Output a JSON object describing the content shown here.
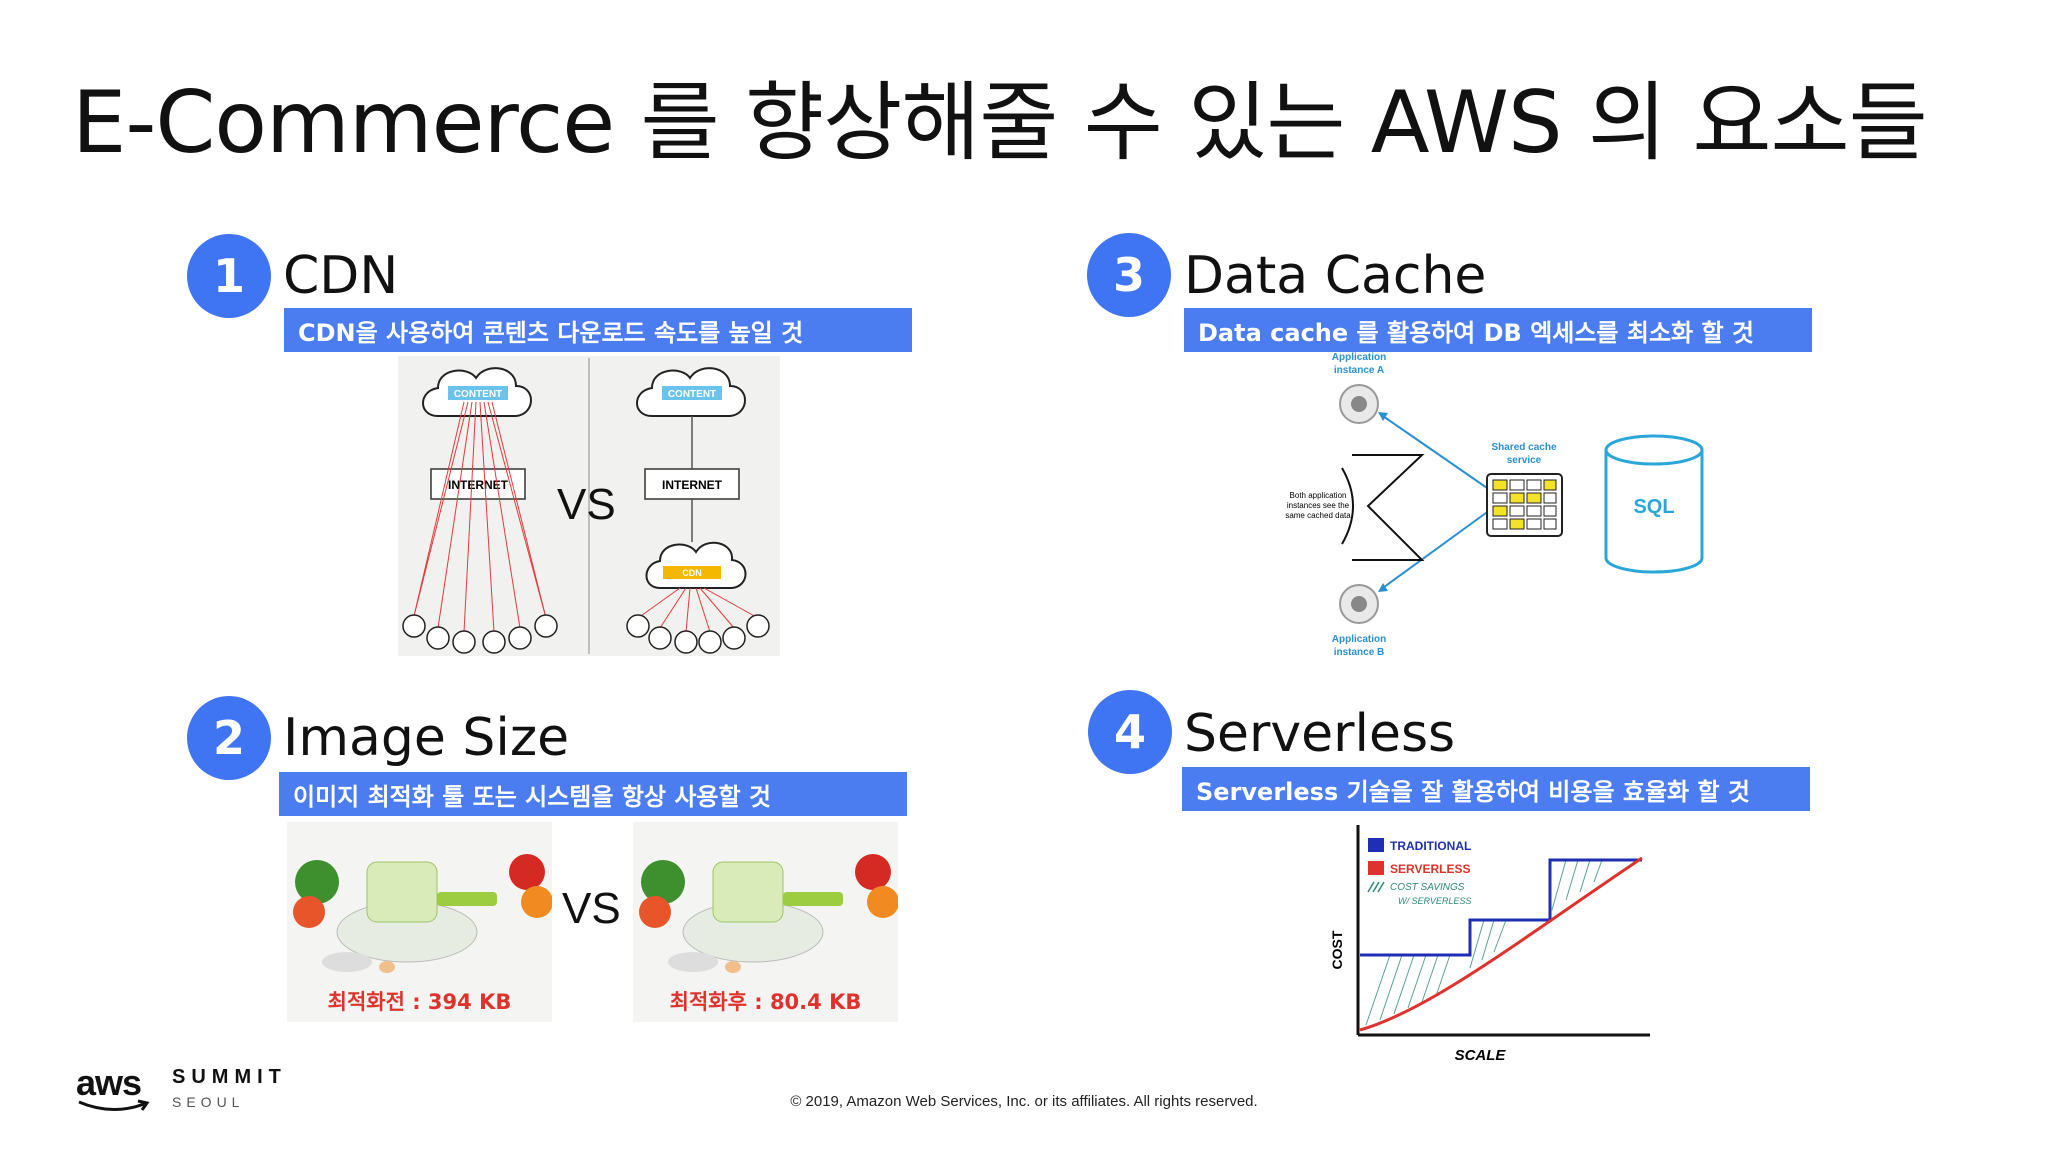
{
  "title": "E-Commerce 를 향상해줄 수 있는 AWS 의 요소들",
  "sections": [
    {
      "num": "1",
      "title": "CDN",
      "banner": "CDN을 사용하여 콘텐츠 다운로드 속도를 높일 것"
    },
    {
      "num": "2",
      "title": "Image Size",
      "banner": "이미지 최적화 툴 또는 시스템을 항상 사용할 것"
    },
    {
      "num": "3",
      "title": "Data Cache",
      "banner": "Data cache 를 활용하여 DB 엑세스를 최소화 할 것"
    },
    {
      "num": "4",
      "title": "Serverless",
      "banner": "Serverless 기술을 잘 활용하여 비용을 효율화 할 것"
    }
  ],
  "cdn_diagram": {
    "content_label": "CONTENT",
    "internet_label": "INTERNET",
    "cdn_label": "CDN",
    "vs": "VS"
  },
  "image_size": {
    "before": "최적화전 : 394 KB",
    "after": "최적화후 : 80.4 KB",
    "vs": "VS"
  },
  "cache_diagram": {
    "app_a": [
      "Application",
      "instance A"
    ],
    "app_b": [
      "Application",
      "instance B"
    ],
    "shared": [
      "Shared cache",
      "service"
    ],
    "note": [
      "Both application",
      "instances see the",
      "same cached data"
    ],
    "db": "SQL"
  },
  "serverless_chart": {
    "legend_traditional": "TRADITIONAL",
    "legend_serverless": "SERVERLESS",
    "legend_savings": [
      "COST SAVINGS",
      "W/ SERVERLESS"
    ],
    "ylabel": "COST",
    "xlabel": "SCALE"
  },
  "footer": "© 2019, Amazon Web Services, Inc. or its affiliates. All rights reserved.",
  "logo": {
    "aws": "aws",
    "summit": "SUMMIT",
    "city": "SEOUL"
  },
  "colors": {
    "accent": "#3f74f2",
    "banner": "#4b7cf0",
    "traditional": "#1f2fb5",
    "serverless": "#e0322c",
    "cdn": "#f5b800",
    "content": "#6ac3ea",
    "cache_cell": "#f3e22a",
    "db": "#2aa7d8"
  }
}
